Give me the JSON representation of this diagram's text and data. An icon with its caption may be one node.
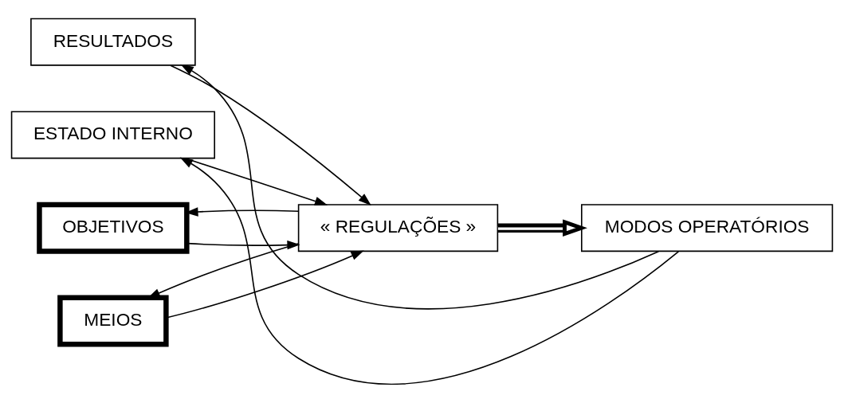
{
  "diagram": {
    "nodes": [
      {
        "text": [
          "RESULTADOS"
        ]
      },
      {
        "text": [
          "OBJETIVOS"
        ]
      },
      {
        "text": [
          "MEIOS"
        ]
      },
      {
        "text": [
          "« REGULAÇÕES »"
        ]
      },
      {
        "text": [
          "MODOS OPERATÓRIOS"
        ]
      },
      {
        "text": [
          "ESTADO INTERNO"
        ]
      }
    ],
    "edges": [
      {
        "from": 4,
        "to": 0,
        "arrow": "to"
      },
      {
        "from": 0,
        "to": 3,
        "arrow": "to"
      },
      {
        "from": 1,
        "to": 3,
        "arrow": "to"
      },
      {
        "from": 3,
        "to": 1,
        "arrow": "to"
      },
      {
        "from": 3,
        "to": 2,
        "arrow": "to"
      },
      {
        "from": 2,
        "to": 3,
        "arrow": "to"
      },
      {
        "from": 3,
        "to": 4,
        "arrow": "to",
        "style": "thick"
      },
      {
        "from": 5,
        "to": 3,
        "arrow": "to"
      },
      {
        "from": 4,
        "to": 5,
        "arrow": "to"
      }
    ]
  }
}
